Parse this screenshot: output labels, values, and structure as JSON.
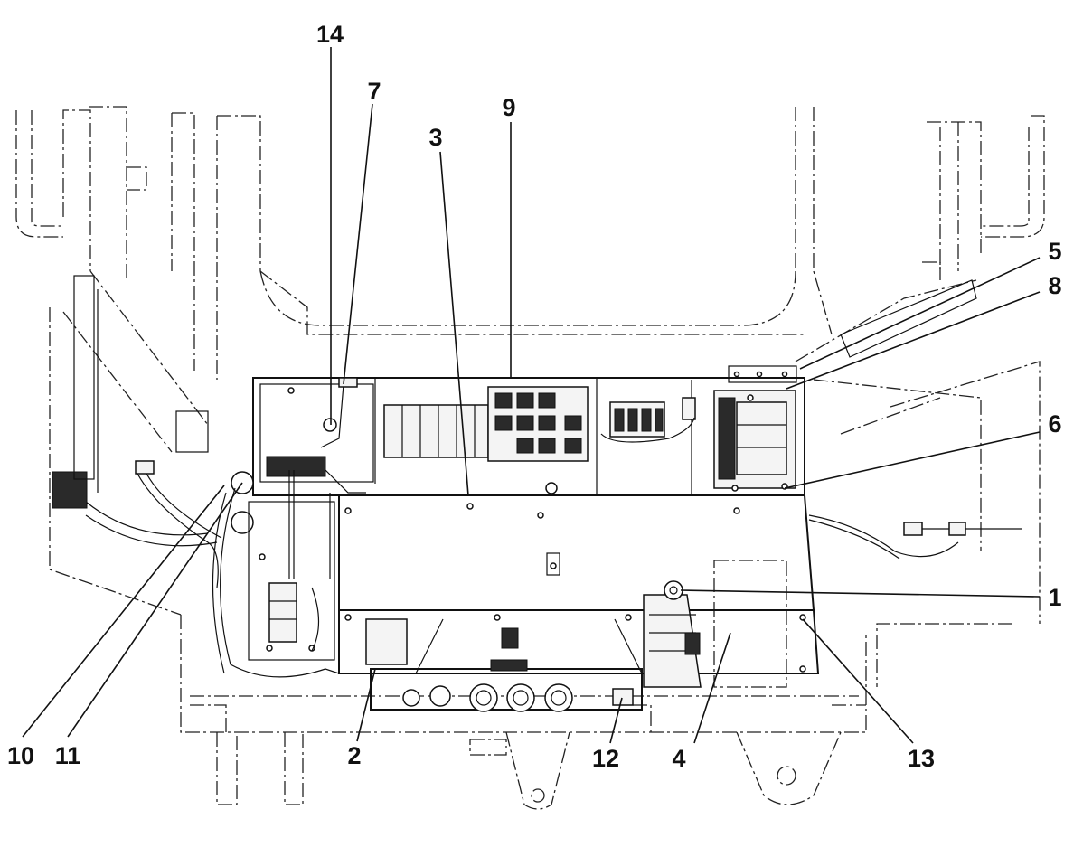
{
  "callouts": [
    {
      "id": "c14",
      "label": "14"
    },
    {
      "id": "c7",
      "label": "7"
    },
    {
      "id": "c9",
      "label": "9"
    },
    {
      "id": "c3",
      "label": "3"
    },
    {
      "id": "c5",
      "label": "5"
    },
    {
      "id": "c8",
      "label": "8"
    },
    {
      "id": "c6",
      "label": "6"
    },
    {
      "id": "c1",
      "label": "1"
    },
    {
      "id": "c13",
      "label": "13"
    },
    {
      "id": "c4",
      "label": "4"
    },
    {
      "id": "c12",
      "label": "12"
    },
    {
      "id": "c2",
      "label": "2"
    },
    {
      "id": "c11",
      "label": "11"
    },
    {
      "id": "c10",
      "label": "10"
    }
  ]
}
